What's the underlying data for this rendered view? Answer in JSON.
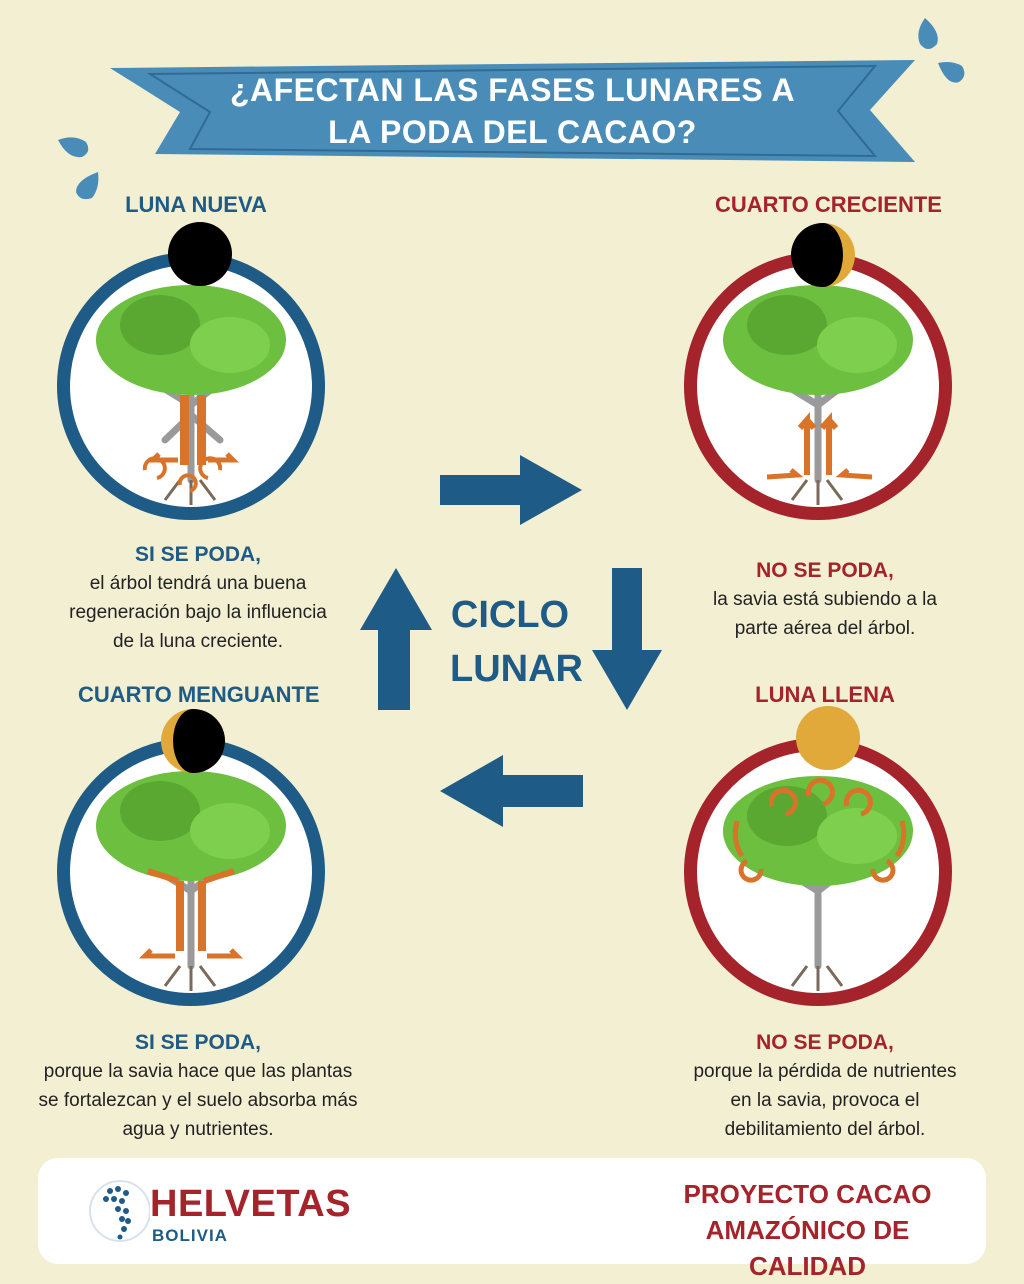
{
  "header": {
    "title_line1": "¿AFECTAN LAS FASES LUNARES A",
    "title_line2": "LA PODA DEL CACAO?"
  },
  "phases": {
    "luna_nueva": {
      "title": "LUNA NUEVA",
      "lead": "SI SE PODA,",
      "lines": [
        "el árbol tendrá una buena",
        "regeneración bajo la influencia",
        "de la luna creciente."
      ]
    },
    "cuarto_creciente": {
      "title": "CUARTO CRECIENTE",
      "lead": "NO SE PODA,",
      "lines": [
        "la savia está subiendo a la",
        "parte aérea del árbol."
      ]
    },
    "cuarto_menguante": {
      "title": "CUARTO MENGUANTE",
      "lead": "SI SE PODA,",
      "lines": [
        "porque la savia hace que las plantas",
        "se fortalezcan y el suelo absorba más",
        "agua y nutrientes."
      ]
    },
    "luna_llena": {
      "title": "LUNA LLENA",
      "lead": "NO SE PODA,",
      "lines": [
        "porque la pérdida de nutrientes",
        "en la savia, provoca el",
        "debilitamiento del árbol."
      ]
    }
  },
  "cycle": {
    "line1": "CICLO",
    "line2": "LUNAR"
  },
  "footer": {
    "brand": "HELVETAS",
    "brand_sub": "BOLIVIA",
    "project_line1": "PROYECTO CACAO",
    "project_line2": "AMAZÓNICO DE CALIDAD"
  },
  "colors": {
    "background": "#f3efd2",
    "blue": "#1e5b86",
    "banner": "#4a8cb8",
    "red": "#a5232a",
    "moon_gold": "#e0a93a",
    "sap_arrow": "#d9732a",
    "leaf": "#6cbf3f"
  }
}
